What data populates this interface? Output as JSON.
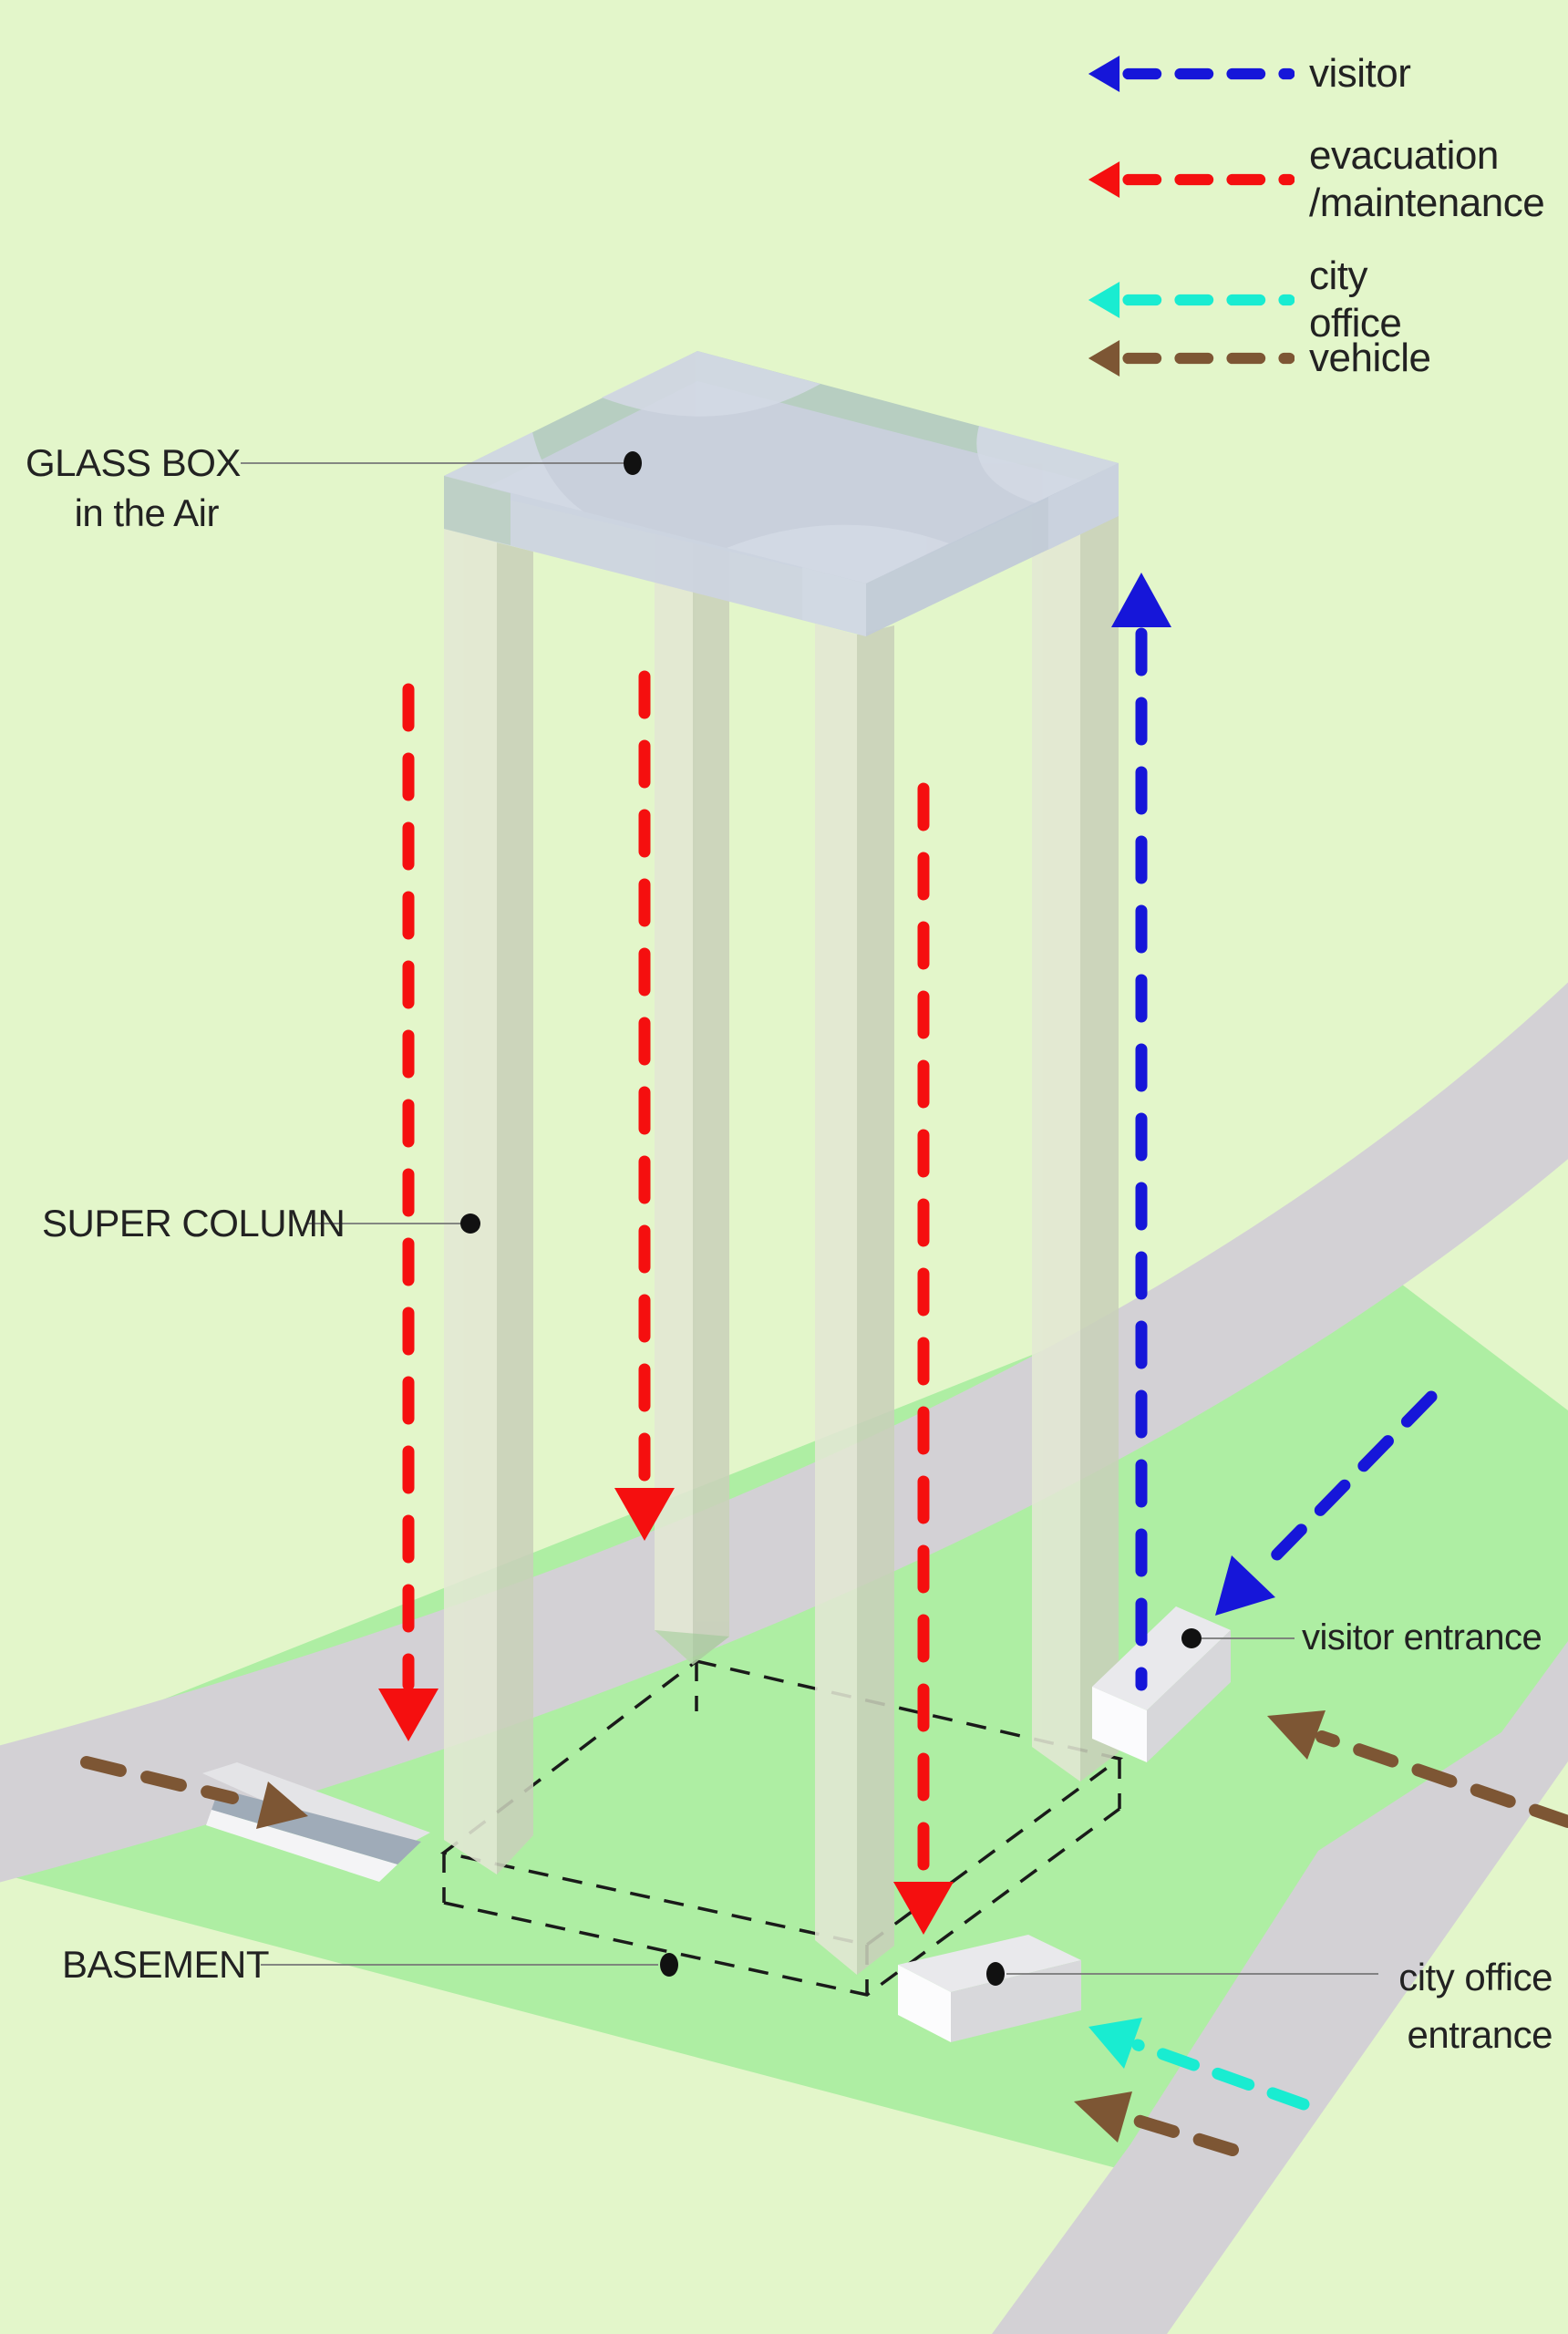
{
  "legend": {
    "items": [
      {
        "id": "visitor",
        "label": "visitor",
        "color": "#1616d9"
      },
      {
        "id": "evacuation-maintenance",
        "label": "evacuation\n/maintenance",
        "color": "#f50f0f"
      },
      {
        "id": "city-office",
        "label": "city office",
        "color": "#19ecd1"
      },
      {
        "id": "vehicle",
        "label": "vehicle",
        "color": "#7d5634"
      }
    ]
  },
  "annotations": {
    "glass_box": {
      "line1": "GLASS BOX",
      "line2": "in the Air"
    },
    "super_column": "SUPER COLUMN",
    "basement": "BASEMENT",
    "visitor_entrance": "visitor entrance",
    "city_office_entrance": {
      "line1": "city office",
      "line2": "entrance"
    }
  },
  "colors": {
    "background": "#e3f6ca",
    "site_plane": "#aeeea3",
    "road": "#d3d1d5",
    "glass_box_top": "#c9d0dc",
    "column_light": "#e3e8d4",
    "column_dark": "#c9d1ba",
    "route_visitor": "#1616d9",
    "route_evacuation": "#f50f0f",
    "route_city_office": "#19ecd1",
    "route_vehicle": "#7d5634"
  }
}
